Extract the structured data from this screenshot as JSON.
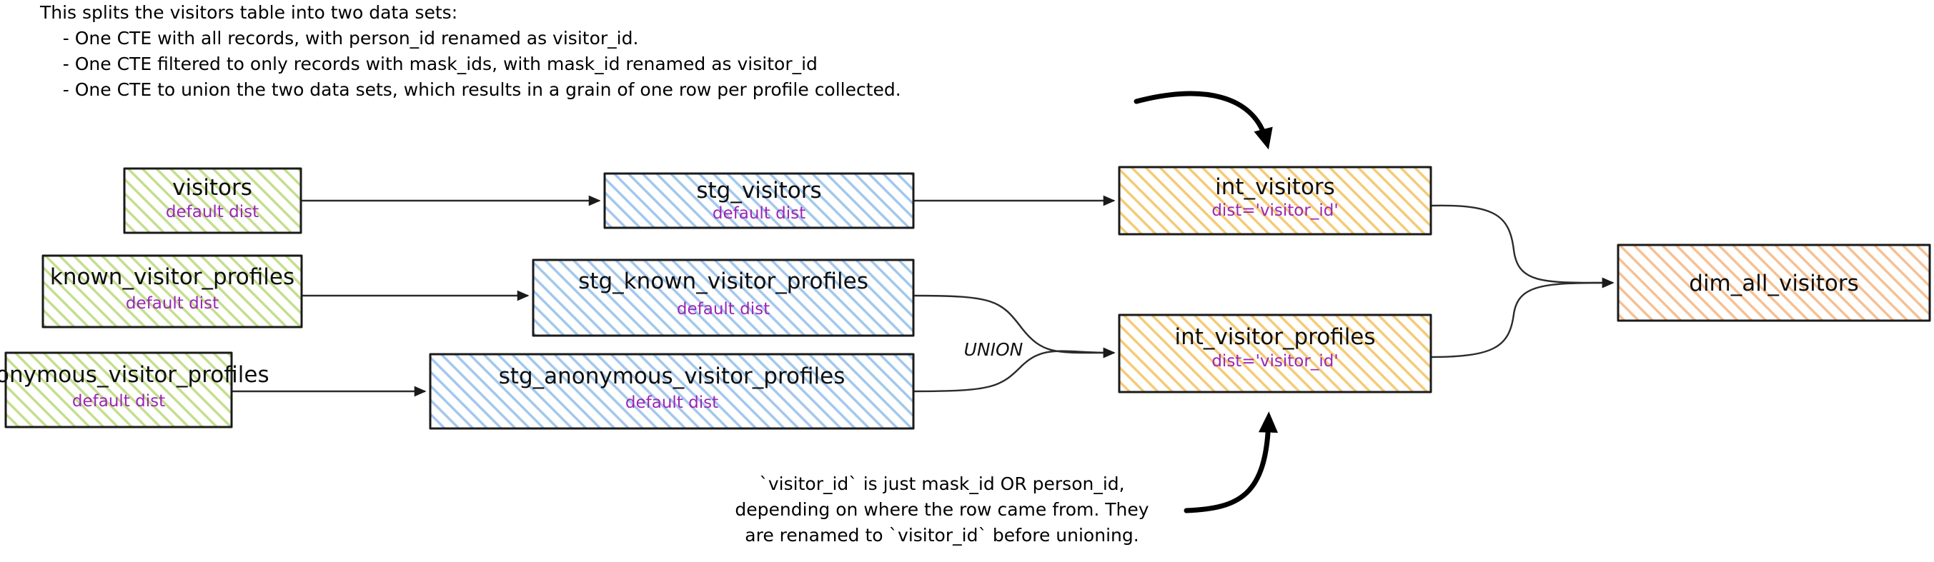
{
  "header": {
    "lines": [
      "This splits the visitors table into two data sets:",
      "    - One CTE with all records, with person_id renamed as visitor_id.",
      "    - One CTE filtered to only records with mask_ids, with mask_id renamed as visitor_id",
      "    - One CTE to union the two data sets, which results in a grain of one row per profile collected."
    ]
  },
  "nodes": {
    "visitors": {
      "title": "visitors",
      "subtitle": "default dist",
      "layer": "source"
    },
    "known_visitor_profiles": {
      "title": "known_visitor_profiles",
      "subtitle": "default dist",
      "layer": "source"
    },
    "anonymous_visitor_profiles": {
      "title": "anonymous_visitor_profiles",
      "subtitle": "default dist",
      "layer": "source"
    },
    "stg_visitors": {
      "title": "stg_visitors",
      "subtitle": "default dist",
      "layer": "staging"
    },
    "stg_known_visitor_profiles": {
      "title": "stg_known_visitor_profiles",
      "subtitle": "default dist",
      "layer": "staging"
    },
    "stg_anonymous_visitor_profiles": {
      "title": "stg_anonymous_visitor_profiles",
      "subtitle": "default dist",
      "layer": "staging"
    },
    "int_visitors": {
      "title": "int_visitors",
      "subtitle": "dist='visitor_id'",
      "layer": "intermediate"
    },
    "int_visitor_profiles": {
      "title": "int_visitor_profiles",
      "subtitle": "dist='visitor_id'",
      "layer": "intermediate"
    },
    "dim_all_visitors": {
      "title": "dim_all_visitors",
      "subtitle": "",
      "layer": "mart"
    }
  },
  "edges": {
    "union_label": "UNION"
  },
  "annotation": {
    "lines": [
      "`visitor_id` is just mask_id OR person_id,",
      "depending on where the row came from. They",
      "are renamed to `visitor_id` before unioning."
    ]
  },
  "colors": {
    "source_fill": "#9fcc4a",
    "staging_fill": "#6aa6e0",
    "intermediate_fill": "#efb53d",
    "mart_fill": "#ef9a53",
    "subtitle": "#9b26b6",
    "outline": "#1a1a1a",
    "background": "#ffffff"
  }
}
